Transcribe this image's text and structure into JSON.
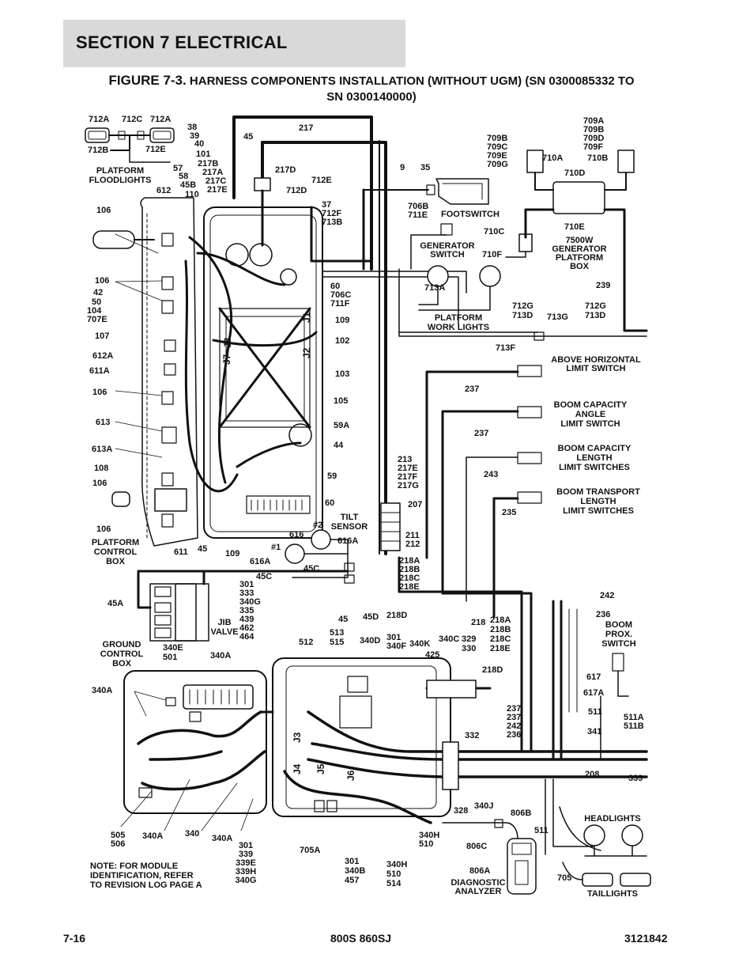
{
  "header": {
    "section": "SECTION 7   ELECTRICAL"
  },
  "figure": {
    "label": "FIGURE 7-3.",
    "title_line1": "HARNESS COMPONENTS INSTALLATION (WITHOUT UGM) (SN 0300085332 TO",
    "title_line2": "SN 0300140000)"
  },
  "labels": {
    "platform_floodlights": [
      "PLATFORM",
      "FLOODLIGHTS"
    ],
    "footswitch": "FOOTSWITCH",
    "generator_switch": [
      "GENERATOR",
      "SWITCH"
    ],
    "generator_box": [
      "7500W",
      "GENERATOR",
      "PLATFORM",
      "BOX"
    ],
    "platform_work_lights": [
      "PLATFORM",
      "WORK LIGHTS"
    ],
    "above_horizontal": [
      "ABOVE HORIZONTAL",
      "LIMIT SWITCH"
    ],
    "boom_capacity_angle": [
      "BOOM CAPACITY",
      "ANGLE",
      "LIMIT SWITCH"
    ],
    "boom_capacity_length": [
      "BOOM CAPACITY",
      "LENGTH",
      "LIMIT SWITCHES"
    ],
    "boom_transport_length": [
      "BOOM TRANSPORT",
      "LENGTH",
      "LIMIT SWITCHES"
    ],
    "tilt_sensor": [
      "TILT",
      "SENSOR"
    ],
    "platform_control_box": [
      "PLATFORM",
      "CONTROL",
      "BOX"
    ],
    "jib_valve": [
      "JIB",
      "VALVE"
    ],
    "ground_control_box": [
      "GROUND",
      "CONTROL",
      "BOX"
    ],
    "boom_prox_switch": [
      "BOOM",
      "PROX.",
      "SWITCH"
    ],
    "headlights": "HEADLIGHTS",
    "taillights": "TAILLIGHTS",
    "diagnostic_analyzer": [
      "DIAGNOSTIC",
      "ANALYZER"
    ],
    "note": [
      "NOTE: FOR MODULE",
      "IDENTIFICATION, REFER",
      "TO REVISION LOG PAGE A"
    ],
    "connectors": [
      "J1",
      "J2",
      "J3",
      "J4",
      "J5",
      "J6",
      "J7",
      "J8"
    ],
    "tilt_marks": [
      "#2",
      "#1"
    ]
  },
  "callouts": {
    "floodlight_top": [
      "712A",
      "712C",
      "712A"
    ],
    "floodlight_bottom": [
      "712B",
      "712E"
    ],
    "stack_a": [
      "38",
      "39",
      "40",
      "101",
      "217B"
    ],
    "stack_b": [
      "57",
      "58",
      "45B",
      "110"
    ],
    "stack_c": [
      "217A",
      "217C",
      "217E"
    ],
    "c612": "612",
    "c45_top": "45",
    "c217_top": "217",
    "c217d": "217D",
    "c712e": "712E",
    "c712d": "712D",
    "stack_d": [
      "37",
      "712F",
      "713B"
    ],
    "c9": "9",
    "c35": "35",
    "stack_e": [
      "709B",
      "709C",
      "709E",
      "709G"
    ],
    "stack_f": [
      "709A",
      "709B",
      "709D",
      "709F"
    ],
    "c710a": "710A",
    "c710b": "710B",
    "c710d": "710D",
    "c710e": "710E",
    "c710c": "710C",
    "c710f": "710F",
    "stack_g": [
      "706B",
      "711E"
    ],
    "c239": "239",
    "c713a": "713A",
    "stack_h": [
      "712G",
      "713D"
    ],
    "c713g": "713G",
    "stack_i": [
      "712G",
      "713D"
    ],
    "c713f": "713F",
    "stack_j": [
      "60",
      "706C",
      "711F"
    ],
    "c109a": "109",
    "c102": "102",
    "c103": "103",
    "c105": "105",
    "c59a": "59A",
    "c44": "44",
    "c59": "59",
    "c60": "60",
    "left_side": [
      "106",
      "106",
      "42",
      "50",
      "104",
      "707E",
      "107",
      "612A",
      "611A",
      "106",
      "613",
      "613A",
      "108",
      "106",
      "106"
    ],
    "c237a": "237",
    "c237b": "237",
    "c243": "243",
    "c235": "235",
    "stack_k": [
      "213",
      "217E",
      "217F",
      "217G"
    ],
    "c207": "207",
    "stack_l": [
      "211",
      "212"
    ],
    "stack_m": [
      "218A",
      "218B",
      "218C",
      "218E"
    ],
    "c616": "616",
    "c616a_r": "616A",
    "c616a_l": "616A",
    "c45c_l": "45C",
    "c45c_r": "45C",
    "c611": "611",
    "c45_mid": "45",
    "c109b": "109",
    "stack_n": [
      "301",
      "333",
      "340G",
      "335",
      "439",
      "462",
      "464"
    ],
    "c45_low": "45",
    "c45d": "45D",
    "c218d_a": "218D",
    "c45a": "45A",
    "c242": "242",
    "c236": "236",
    "c218": "218",
    "stack_o": [
      "218A",
      "218B",
      "218C",
      "218E"
    ],
    "stack_p": [
      "340E",
      "501"
    ],
    "c340a_top": "340A",
    "c512": "512",
    "stack_q": [
      "513",
      "515"
    ],
    "c340d": "340D",
    "stack_r": [
      "301",
      "340F"
    ],
    "c340k": "340K",
    "c425": "425",
    "c340c": "340C",
    "stack_s": [
      "329",
      "330"
    ],
    "c218d_b": "218D",
    "c617": "617",
    "c617a": "617A",
    "c511_a": "511",
    "stack_t": [
      "511A",
      "511B"
    ],
    "stack_u": [
      "237",
      "237",
      "242",
      "236"
    ],
    "c341": "341",
    "c340a_left": "340A",
    "c332": "332",
    "c208": "208",
    "c339": "339",
    "c328": "328",
    "c340j": "340J",
    "c806b": "806B",
    "c511_b": "511",
    "stack_v": [
      "505",
      "506"
    ],
    "c340a_b1": "340A",
    "c340": "340",
    "c340a_b2": "340A",
    "stack_w": [
      "301",
      "339",
      "339E",
      "339H",
      "340G"
    ],
    "c705a": "705A",
    "stack_x": [
      "340H",
      "510"
    ],
    "c806c": "806C",
    "stack_y": [
      "301",
      "340B",
      "457"
    ],
    "stack_z": [
      "340H",
      "510",
      "514"
    ],
    "c806a": "806A",
    "c705": "705"
  },
  "footer": {
    "page": "7-16",
    "model": "800S 860SJ",
    "doc": "3121842"
  }
}
